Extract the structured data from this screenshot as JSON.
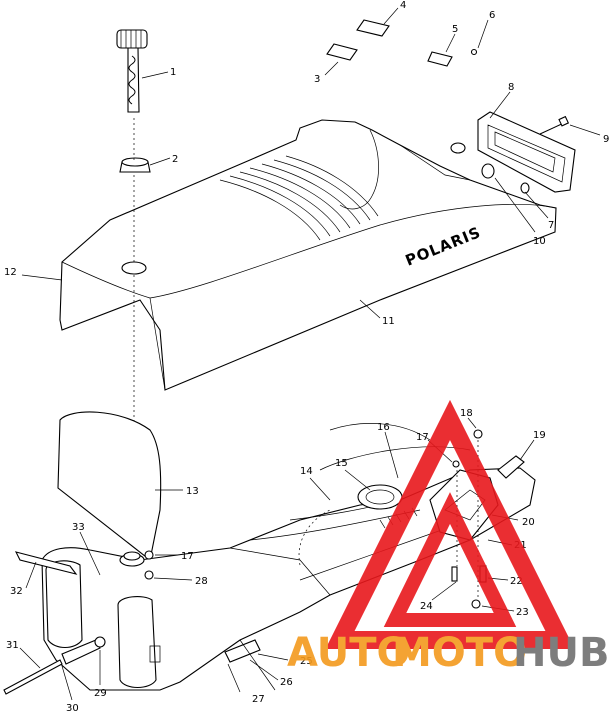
{
  "diagram": {
    "brand_mark": "POLARIS",
    "callouts": [
      "1",
      "2",
      "3",
      "4",
      "5",
      "6",
      "8",
      "9",
      "7",
      "10",
      "11",
      "12",
      "13",
      "14",
      "15",
      "16",
      "17",
      "18",
      "19",
      "20",
      "21",
      "22",
      "23",
      "24",
      "25",
      "26",
      "27",
      "28",
      "29",
      "30",
      "31",
      "32",
      "33",
      "17"
    ]
  },
  "watermark": {
    "word_auto": "AUTO",
    "word_moto": "MOTO",
    "word_hub": "HUB",
    "color_red": "#e8181c",
    "color_orange": "#f39a1e",
    "color_gray": "#6f6f6f"
  }
}
